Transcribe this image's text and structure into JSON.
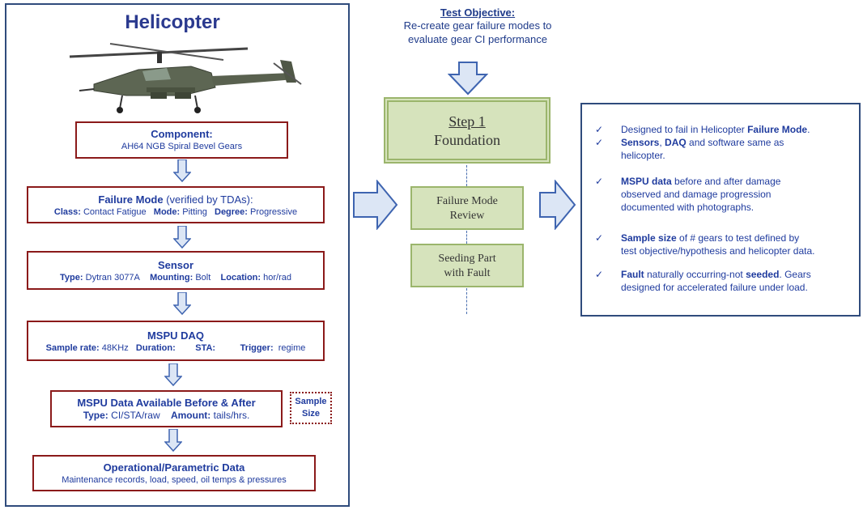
{
  "left": {
    "title": "Helicopter",
    "component": {
      "heading": "Component:",
      "sub": "AH64 NGB Spiral Bevel Gears"
    },
    "failure_mode": {
      "heading_bold": "Failure Mode",
      "heading_rest": " (verified by TDAs):",
      "class_label": "Class:",
      "class_value": "Contact Fatigue",
      "mode_label": "Mode:",
      "mode_value": "Pitting",
      "degree_label": "Degree:",
      "degree_value": "Progressive"
    },
    "sensor": {
      "heading": "Sensor",
      "type_label": "Type:",
      "type_value": "Dytran 3077A",
      "mounting_label": "Mounting:",
      "mounting_value": "Bolt",
      "location_label": "Location:",
      "location_value": "hor/rad"
    },
    "mspu_daq": {
      "heading": "MSPU DAQ",
      "rate_label": "Sample rate:",
      "rate_value": "48KHz",
      "duration_label": "Duration:",
      "sta_label": "STA:",
      "trigger_label": "Trigger:",
      "trigger_value": "regime"
    },
    "mspu_data": {
      "heading": "MSPU Data Available Before & After",
      "type_label": "Type:",
      "type_value": "CI/STA/raw",
      "amount_label": "Amount:",
      "amount_value": "tails/hrs."
    },
    "sample_size": {
      "line1": "Sample",
      "line2": "Size"
    },
    "operational": {
      "heading": "Operational/Parametric Data",
      "sub": "Maintenance records, load, speed, oil temps & pressures"
    }
  },
  "center": {
    "objective_title": "Test Objective:",
    "objective_line1": "Re-create gear failure modes to",
    "objective_line2": "evaluate gear CI performance",
    "step1_line1": "Step 1",
    "step1_line2": "Foundation",
    "fmr_line1": "Failure Mode",
    "fmr_line2": "Review",
    "seed_line1": "Seeding Part",
    "seed_line2": "with Fault"
  },
  "right": {
    "check": "✓",
    "b1_pre": "Designed to fail in Helicopter ",
    "b1_bold": "Failure Mode",
    "b1_post": ".",
    "b2_bold1": "Sensors",
    "b2_mid": ", ",
    "b2_bold2": "DAQ",
    "b2_rest1": " and software same as",
    "b2_rest2": "helicopter.",
    "b3_bold": "MSPU data",
    "b3_rest1": " before and after damage",
    "b3_rest2": "observed and damage progression",
    "b3_rest3": "documented with photographs.",
    "b4_bold": "Sample size",
    "b4_rest1": " of # gears to test defined by",
    "b4_rest2": "test objective/hypothesis and helicopter data.",
    "b5_bold1": "Fault",
    "b5_mid": " naturally occurring-not ",
    "b5_bold2": "seeded",
    "b5_rest1": ".  Gears",
    "b5_rest2": "designed for accelerated failure under load."
  },
  "colors": {
    "maroon": "#8b1a1a",
    "navy": "#1f3b9e",
    "green_fill": "#d6e3bc",
    "arrow_fill": "#dce6f5"
  }
}
